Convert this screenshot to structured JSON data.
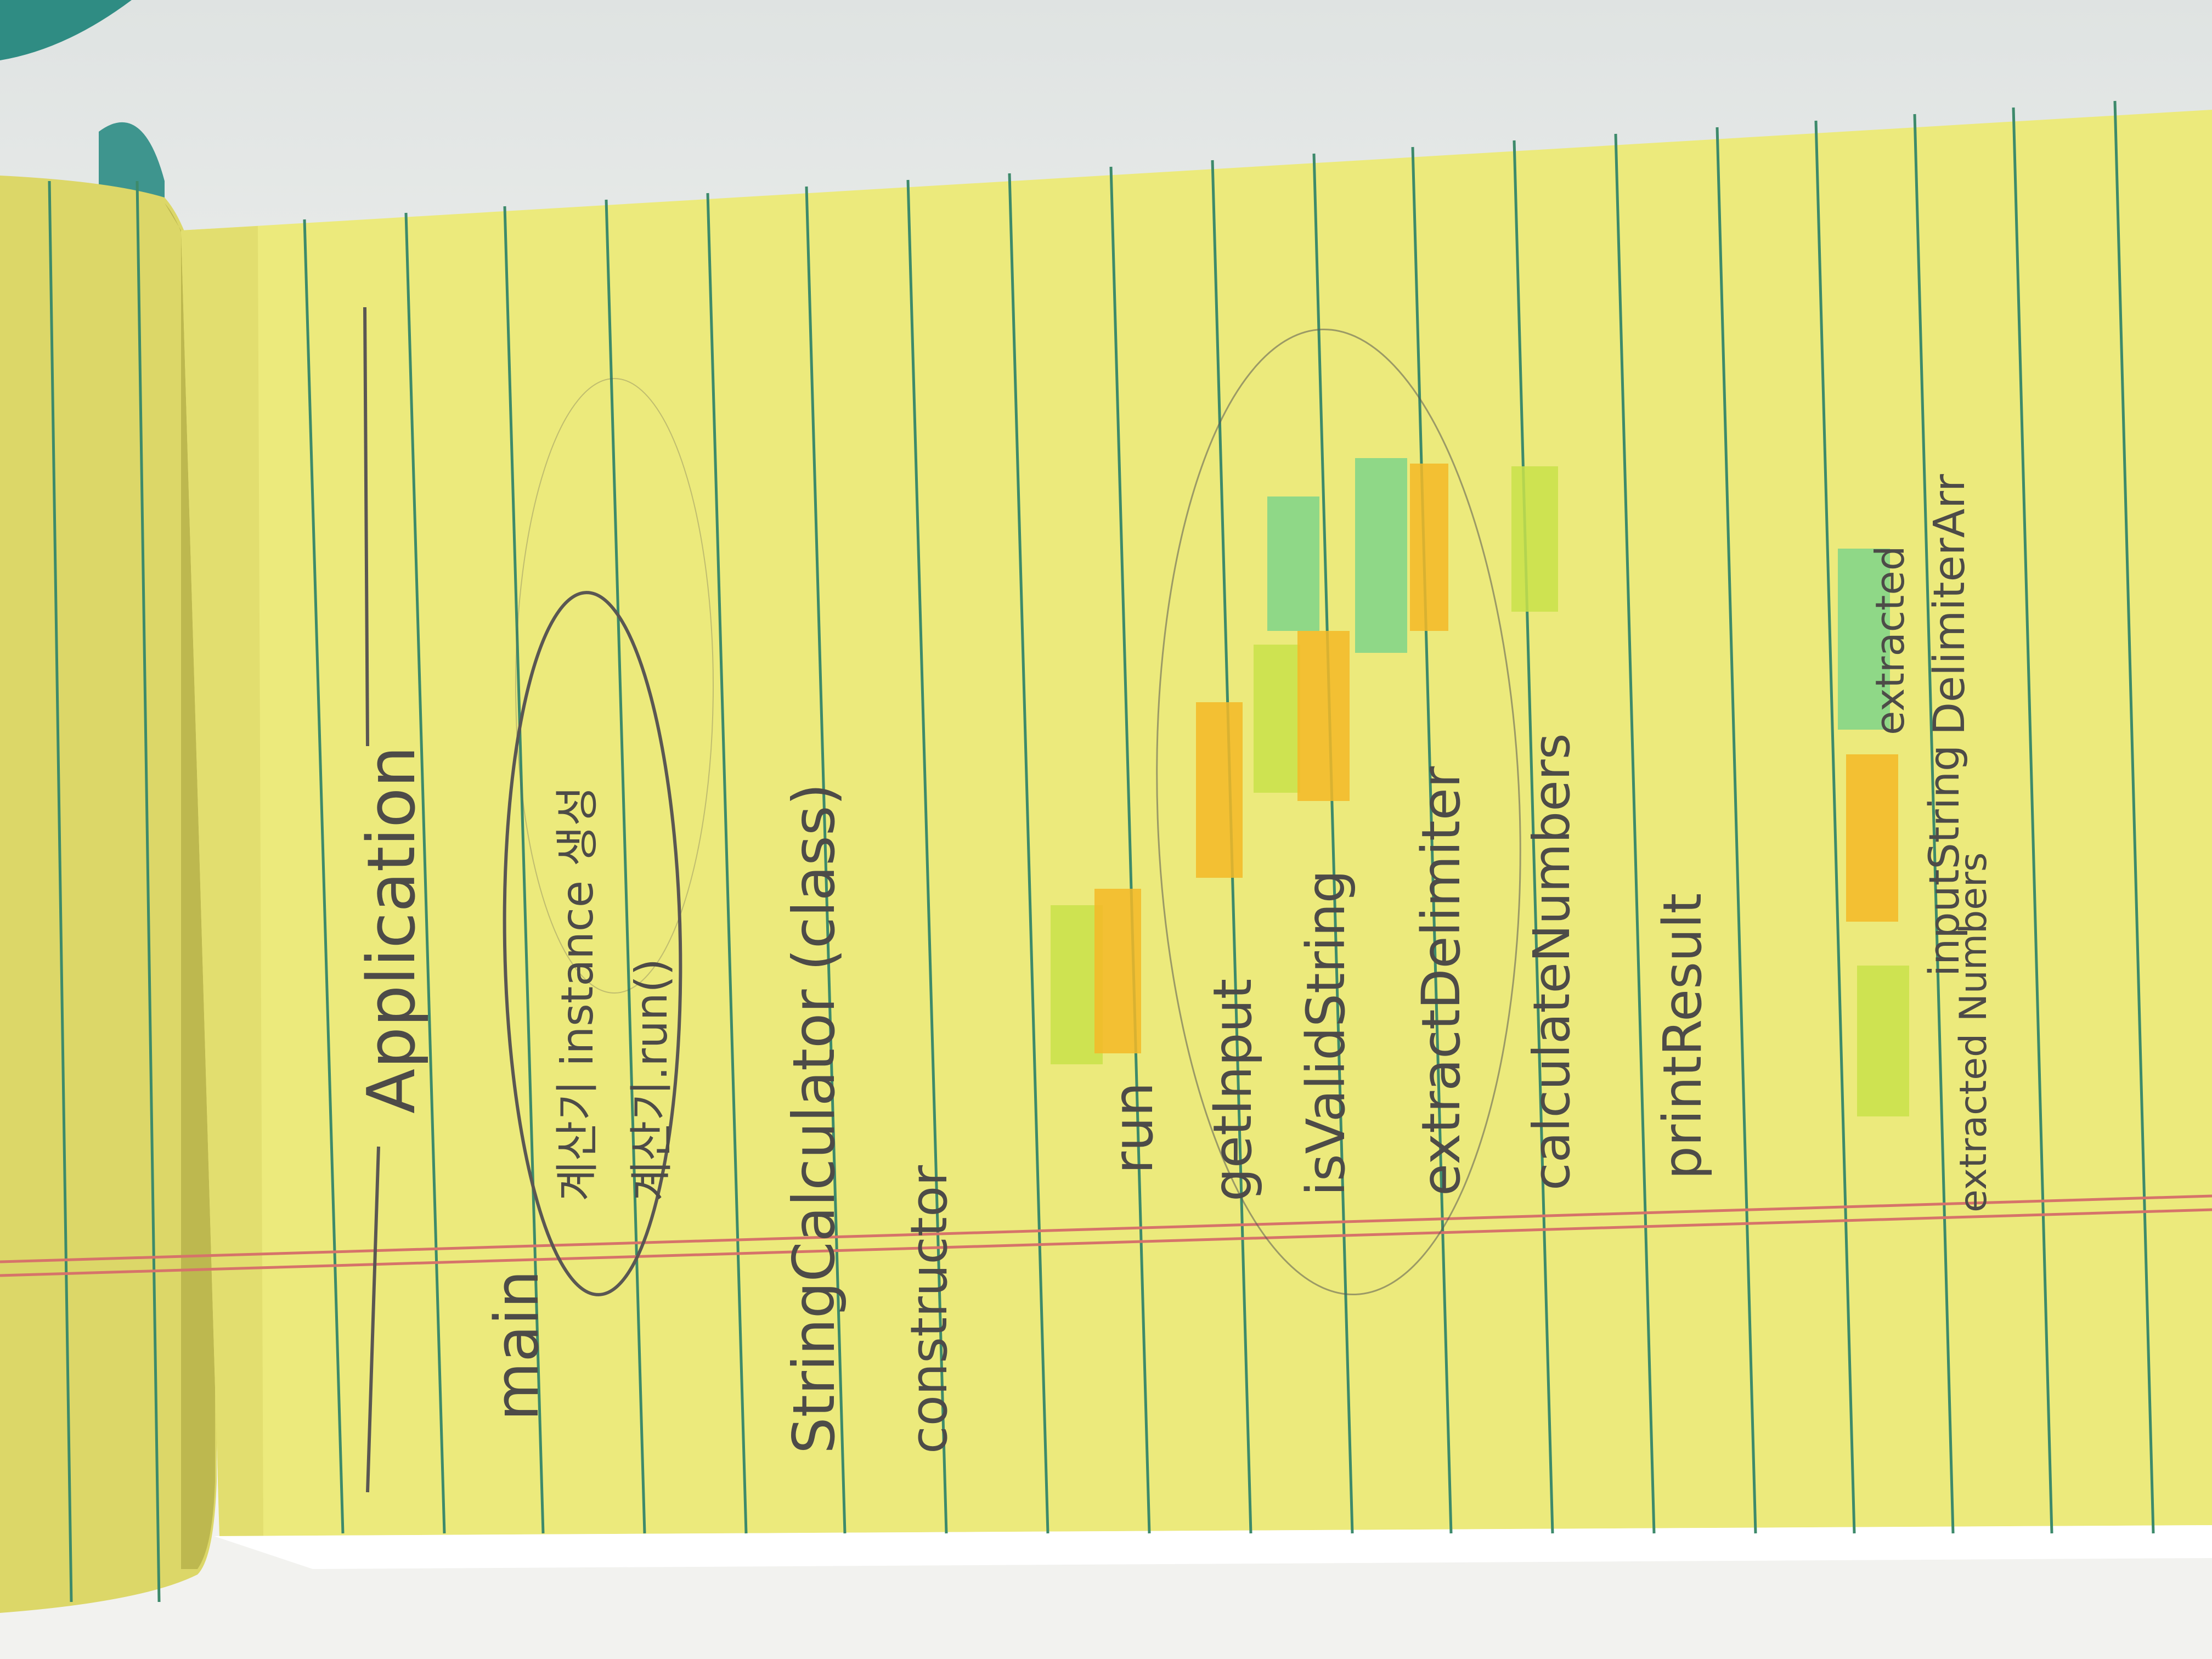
{
  "notes": {
    "title": "Application",
    "main_label": "main",
    "main_steps": [
      "계산기 instance 생성",
      "계산기.run()"
    ],
    "class_label": "StringCalculator (class)",
    "constructor_label": "constructor",
    "methods": [
      "run",
      "getInput",
      "isValidString",
      "extractDelimiter",
      "calculateNumbers",
      "printResult"
    ],
    "variables": {
      "extracted_numbers": "extracted Numbers",
      "input_string": "inputString",
      "extracted_delimiter_top": "extracted",
      "extracted_delimiter_bottom": "DelimiterArr"
    }
  },
  "colors": {
    "paper": "#ecea7c",
    "rule_line": "#3d8a6b",
    "margin_line": "#d6736a",
    "highlighter_green": "#7fd58a",
    "highlighter_lime": "#c9e24a",
    "highlighter_orange": "#f4b827",
    "pencil": "#4d4b48"
  }
}
